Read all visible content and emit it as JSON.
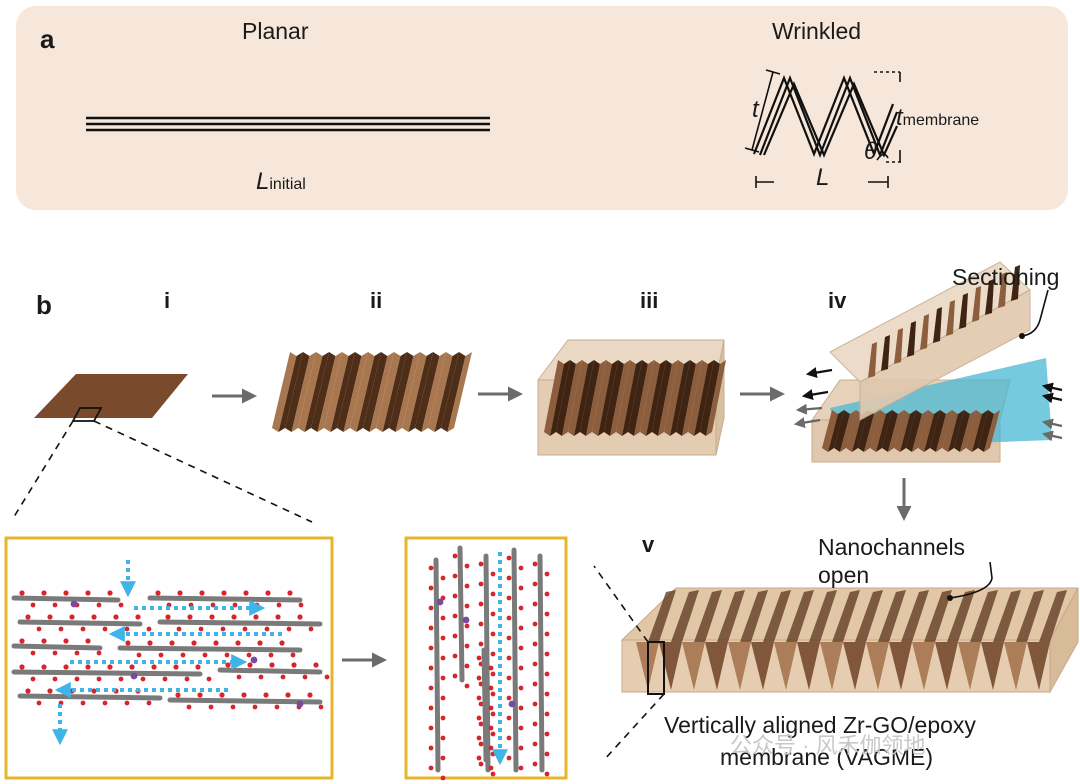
{
  "panel_a": {
    "letter": "a",
    "planar_label": "Planar",
    "wrinkled_label": "Wrinkled",
    "l_initial_var": "L",
    "l_initial_sub": "initial",
    "t_var": "t",
    "t_membrane_var": "t",
    "t_membrane_sub": "membrane",
    "theta_symbol": "θ",
    "l_var": "L"
  },
  "panel_b": {
    "letter": "b",
    "steps": [
      "i",
      "ii",
      "iii",
      "iv",
      "v"
    ],
    "sectioning_label": "Sectioning",
    "nanochannels_line1": "Nanochannels",
    "nanochannels_line2": "open",
    "vagme_line1": "Vertically aligned Zr-GO/epoxy",
    "vagme_line2": "membrane (VAGME)"
  },
  "watermark": "公众号 · 风禾伽领地",
  "colors": {
    "panel_a_bg": "#f6e7da",
    "sheet_brown": "#7a4a2c",
    "epoxy_tan": "#e8d2bb",
    "cyan_plane": "#48b8d4",
    "inset_border": "#e8b52a",
    "flow_arrow": "#3fb4e6",
    "process_arrow": "#6b6b6b"
  }
}
